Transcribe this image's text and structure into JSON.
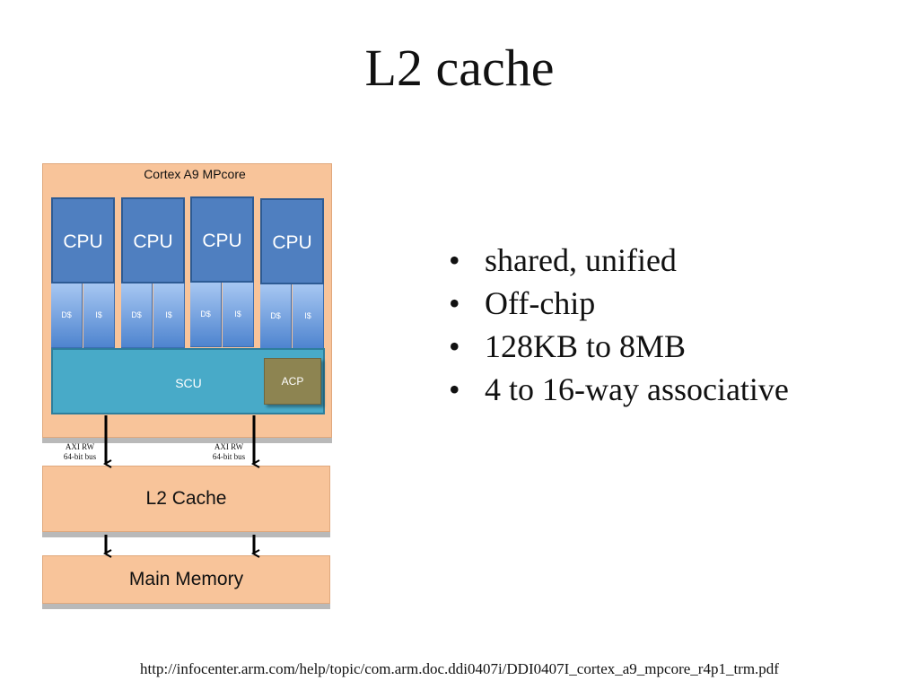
{
  "slide": {
    "title": "L2 cache",
    "bullets": [
      "shared, unified",
      "Off-chip",
      "128KB to 8MB",
      "4 to 16-way associative"
    ],
    "reference": "http://infocenter.arm.com/help/topic/com.arm.doc.ddi0407i/DDI0407I_cortex_a9_mpcore_r4p1_trm.pdf"
  },
  "diagram": {
    "mpcore_label": "Cortex A9 MPcore",
    "cpus": [
      {
        "label": "CPU",
        "dcache": "D$",
        "icache": "I$"
      },
      {
        "label": "CPU",
        "dcache": "D$",
        "icache": "I$"
      },
      {
        "label": "CPU",
        "dcache": "D$",
        "icache": "I$"
      },
      {
        "label": "CPU",
        "dcache": "D$",
        "icache": "I$"
      }
    ],
    "scu_label": "SCU",
    "acp_label": "ACP",
    "bus_labels": [
      {
        "line1": "AXI RW",
        "line2": "64-bit bus"
      },
      {
        "line1": "AXI RW",
        "line2": "64-bit bus"
      }
    ],
    "l2_label": "L2 Cache",
    "memory_label": "Main Memory"
  }
}
